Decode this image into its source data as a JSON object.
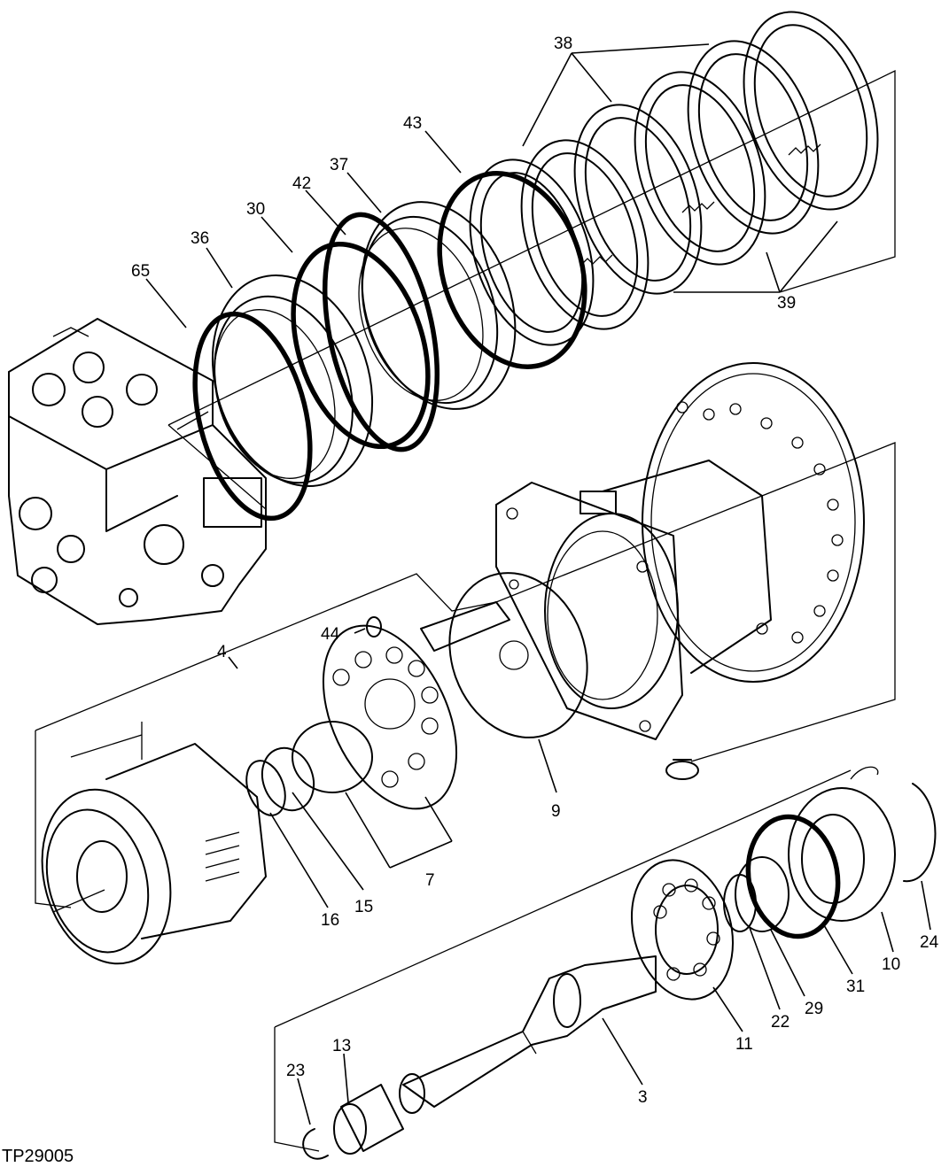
{
  "figure_id": "TP29005",
  "callouts": {
    "c3": "3",
    "c4": "4",
    "c7": "7",
    "c9": "9",
    "c10": "10",
    "c11": "11",
    "c13": "13",
    "c15": "15",
    "c16": "16",
    "c22": "22",
    "c23": "23",
    "c24": "24",
    "c29": "29",
    "c30": "30",
    "c31": "31",
    "c36": "36",
    "c37": "37",
    "c38": "38",
    "c39": "39",
    "c42": "42",
    "c43": "43",
    "c44": "44",
    "c65": "65"
  }
}
